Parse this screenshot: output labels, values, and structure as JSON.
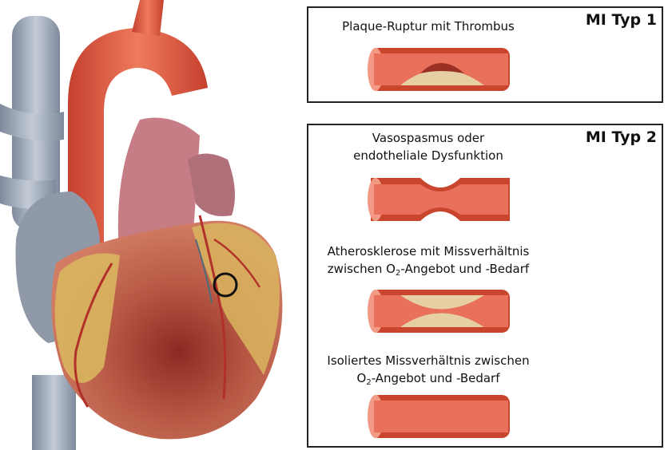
{
  "panels": [
    {
      "type_label": "MI Typ 1",
      "items": [
        {
          "caption_lines": [
            "Plaque-Ruptur mit Thrombus"
          ],
          "vessel": "plaque-rupture-thrombus"
        }
      ]
    },
    {
      "type_label": "MI Typ 2",
      "items": [
        {
          "caption_lines": [
            "Vasospasmus oder",
            "endotheliale Dysfunktion"
          ],
          "vessel": "vasospasm"
        },
        {
          "caption_line1": "Atherosklerose mit Missverhältnis",
          "caption_line2": {
            "pre": "zwischen O",
            "sub": "2",
            "post": "-Angebot und -Bedarf"
          },
          "vessel": "atherosclerosis-mismatch"
        },
        {
          "caption_line1": "Isoliertes Missverhältnis zwischen",
          "caption_line2": {
            "pre": "O",
            "sub": "2",
            "post": "-Angebot und -Bedarf"
          },
          "vessel": "isolated-mismatch"
        }
      ]
    }
  ],
  "colors": {
    "vessel_wall": "#c9452e",
    "vessel_lumen": "#e9705a",
    "plaque": "#e6cfa3",
    "thrombus": "#9a2f24",
    "heart_muscle": "#b35a48",
    "fat": "#d7b25a",
    "vein_blue": "#8a96a8",
    "marker_circle": "#111111"
  },
  "icons": {
    "heart": "heart-illustration",
    "marker": "coronary-lesion-circle"
  }
}
